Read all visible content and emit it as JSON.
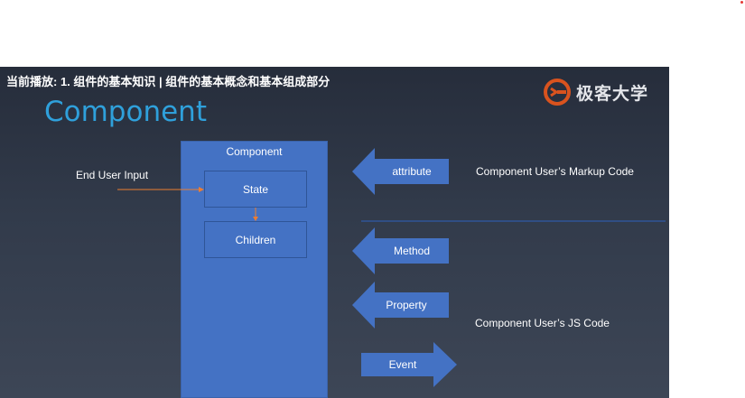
{
  "player": {
    "now_playing": "当前播放: 1. 组件的基本知识 | 组件的基本概念和基本组成部分",
    "brand": "极客大学",
    "brand_color": "#d9531e"
  },
  "slide": {
    "title": "Component",
    "component_label": "Component",
    "state_label": "State",
    "children_label": "Children",
    "end_user_input": "End User Input",
    "attribute_label": "attribute",
    "method_label": "Method",
    "property_label": "Property",
    "event_label": "Event",
    "markup_code_label": "Component User’s Markup Code",
    "js_code_label": "Component User’s JS Code",
    "colors": {
      "title": "#2fa0db",
      "component_fill": "#4472c4",
      "divider": "#2f5597",
      "input_arrow": "#ed7d31"
    }
  }
}
